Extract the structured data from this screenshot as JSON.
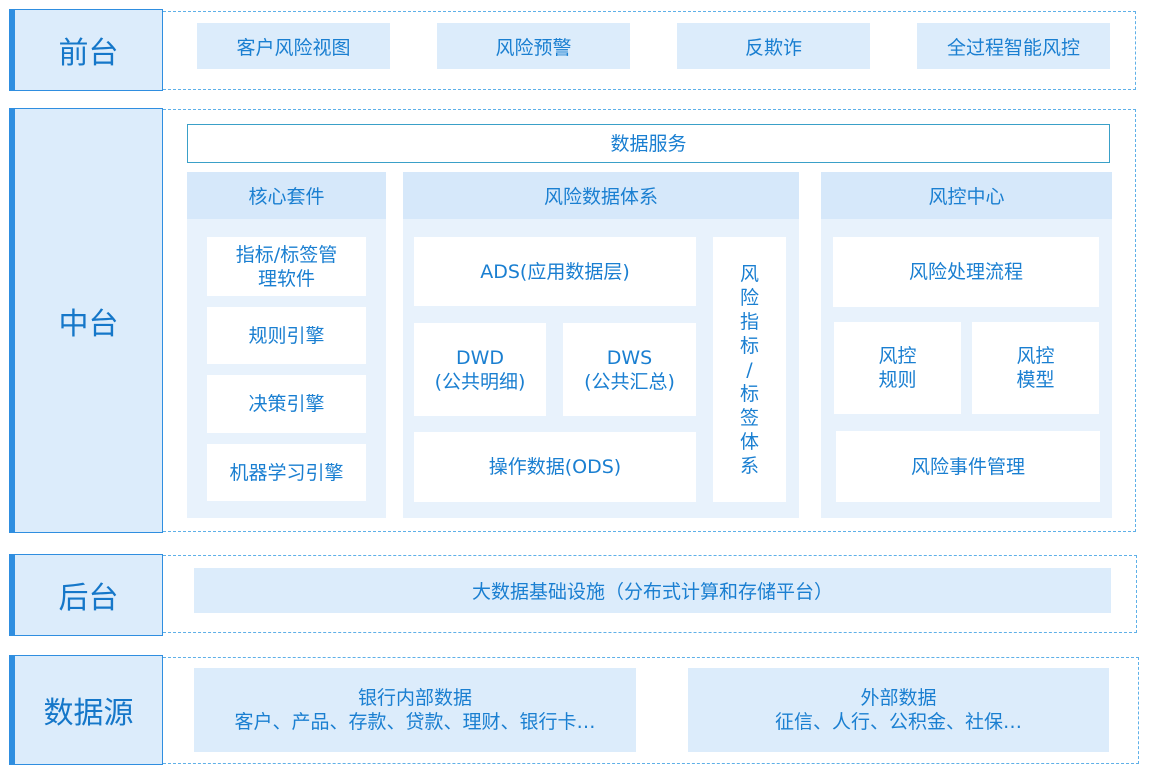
{
  "front": {
    "label": "前台",
    "items": [
      "客户风险视图",
      "风险预警",
      "反欺诈",
      "全过程智能风控"
    ]
  },
  "middle": {
    "label": "中台",
    "data_service": "数据服务",
    "core": {
      "title": "核心套件",
      "item1_line1": "指标/标签管",
      "item1_line2": "理软件",
      "item2": "规则引擎",
      "item3": "决策引擎",
      "item4": "机器学习引擎"
    },
    "riskdata": {
      "title": "风险数据体系",
      "ads": "ADS(应用数据层)",
      "dwd_line1": "DWD",
      "dwd_line2": "(公共明细)",
      "dws_line1": "DWS",
      "dws_line2": "(公共汇总)",
      "ods": "操作数据(ODS)",
      "vertical": [
        "风",
        "险",
        "指",
        "标",
        "/",
        "标",
        "签",
        "体",
        "系"
      ]
    },
    "control": {
      "title": "风控中心",
      "process": "风险处理流程",
      "rules_line1": "风控",
      "rules_line2": "规则",
      "model_line1": "风控",
      "model_line2": "模型",
      "events": "风险事件管理"
    }
  },
  "back": {
    "label": "后台",
    "infra": "大数据基础设施（分布式计算和存储平台）"
  },
  "source": {
    "label": "数据源",
    "internal_title": "银行内部数据",
    "internal_detail": "客户、产品、存款、贷款、理财、银行卡…",
    "external_title": "外部数据",
    "external_detail": "征信、人行、公积金、社保…"
  }
}
